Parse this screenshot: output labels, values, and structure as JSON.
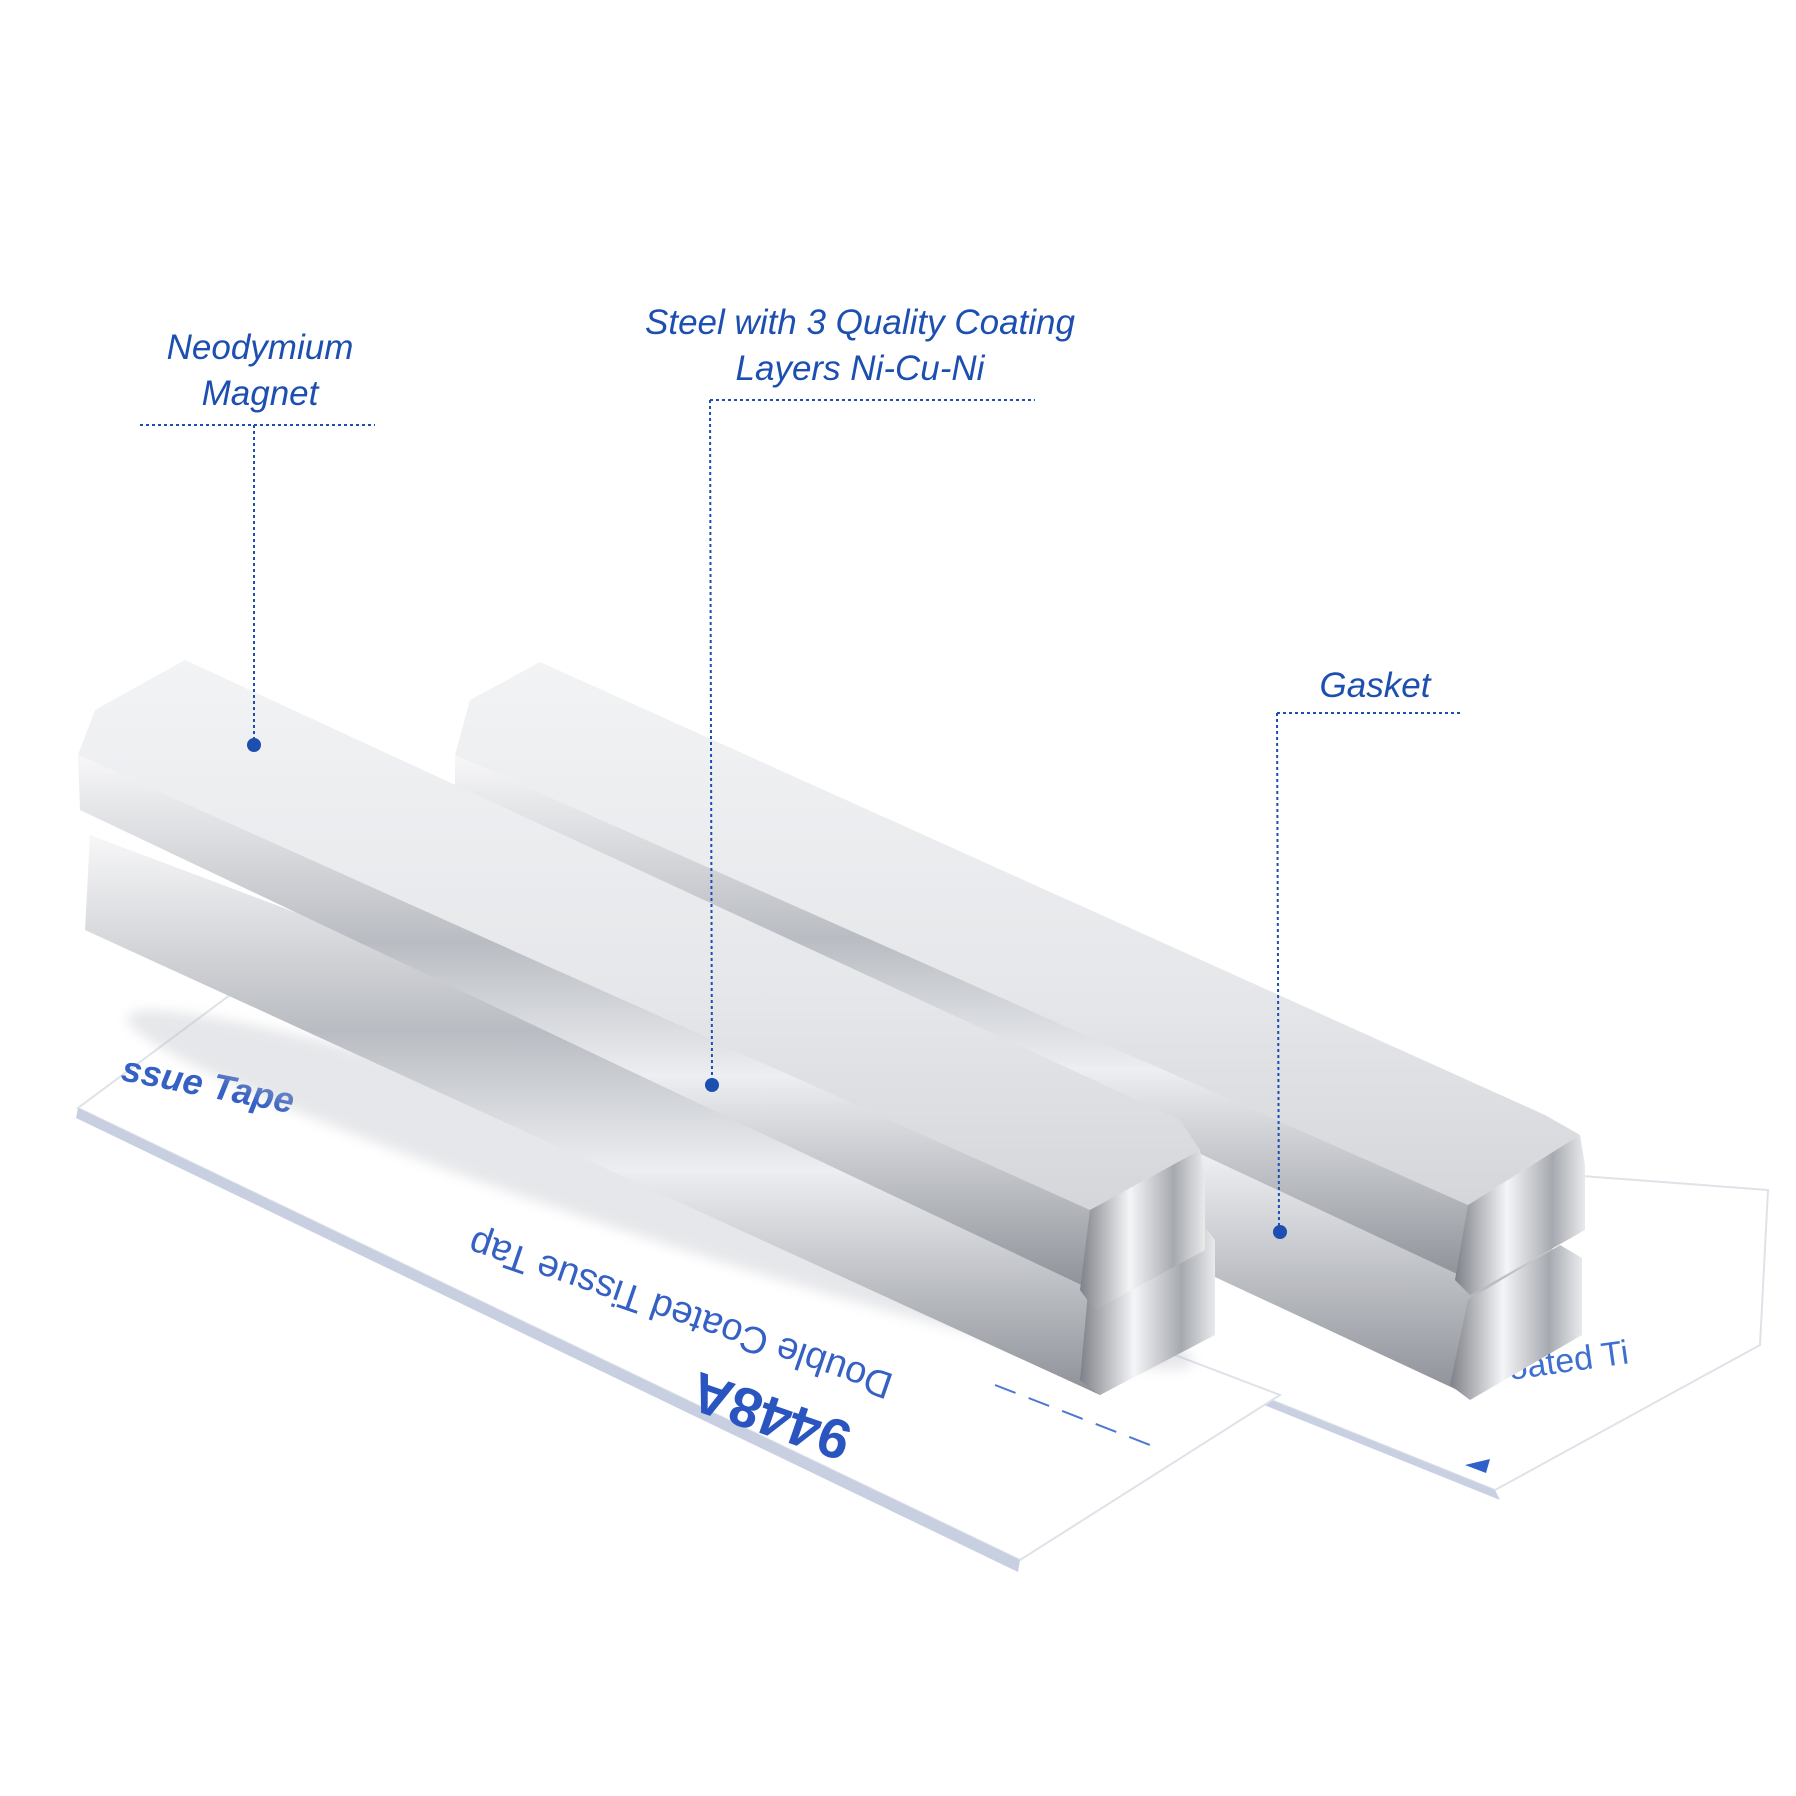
{
  "callouts": {
    "neodymium": {
      "line1": "Neodymium",
      "line2": "Magnet"
    },
    "steel": {
      "line1": "Steel with 3 Quality Coating",
      "line2": "Layers Ni-Cu-Ni"
    },
    "gasket": {
      "line1": "Gasket"
    }
  },
  "tape_print": {
    "front_top": "ssue Tape",
    "front_mid": "Double Coated Tissue Tap",
    "front_code": "9448A",
    "back_mid": "oated Ti"
  },
  "colors": {
    "accent_blue": "#1c4fb0",
    "background": "#ffffff",
    "tape_paper": "#ffffff",
    "magnet_steel": "#d8dade"
  }
}
